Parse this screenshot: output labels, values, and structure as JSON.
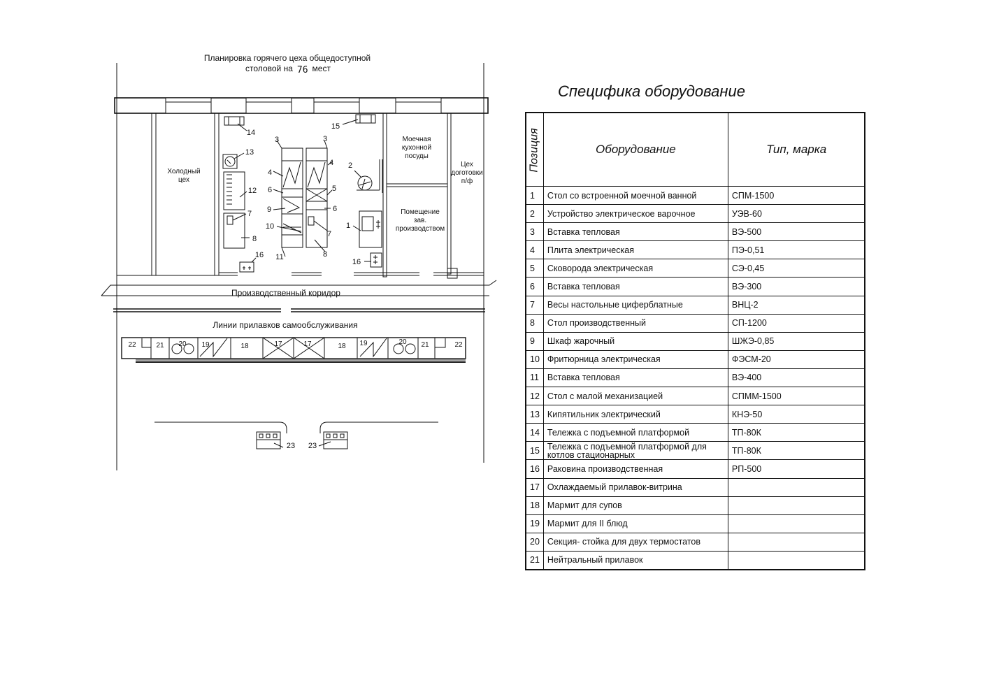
{
  "plan": {
    "title_line1": "Планировка горячего цеха общедоступной",
    "title_line2_prefix": "столовой на",
    "seats": "76",
    "title_line2_suffix": "мест",
    "rooms": {
      "cold_shop": [
        "Холодный",
        "цех"
      ],
      "dish_wash": [
        "Моечная",
        "кухонной",
        "посуды"
      ],
      "prep_shop": [
        "Цех",
        "доготовки",
        "п/ф"
      ],
      "manager_room": [
        "Помещение",
        "зав.",
        "производством"
      ],
      "corridor": "Производственный коридор",
      "counters": "Линии прилавков самообслуживания"
    },
    "labels": {
      "l1": "1",
      "l2": "2",
      "l3": "3",
      "l4": "4",
      "l5": "5",
      "l6": "6",
      "l7": "7",
      "l8": "8",
      "l9": "9",
      "l10": "10",
      "l11": "11",
      "l12": "12",
      "l13": "13",
      "l14": "14",
      "l15": "15",
      "l16": "16",
      "l17": "17",
      "l18": "18",
      "l19": "19",
      "l20": "20",
      "l21": "21",
      "l22": "22",
      "l23": "23"
    }
  },
  "spec": {
    "title": "Специфика оборудование",
    "headers": {
      "position": "Позиция",
      "equipment": "Оборудование",
      "type": "Тип, марка"
    },
    "rows": [
      {
        "pos": "1",
        "name": "Стол со встроенной моечной ванной",
        "type": "СПМ-1500"
      },
      {
        "pos": "2",
        "name": "Устройство электрическое варочное",
        "type": "УЭВ-60"
      },
      {
        "pos": "3",
        "name": "Вставка тепловая",
        "type": "ВЭ-500"
      },
      {
        "pos": "4",
        "name": "Плита электрическая",
        "type": "ПЭ-0,51"
      },
      {
        "pos": "5",
        "name": "Сковорода электрическая",
        "type": "СЭ-0,45"
      },
      {
        "pos": "6",
        "name": "Вставка тепловая",
        "type": "ВЭ-300"
      },
      {
        "pos": "7",
        "name": "Весы настольные циферблатные",
        "type": "ВНЦ-2"
      },
      {
        "pos": "8",
        "name": "Стол производственный",
        "type": "СП-1200"
      },
      {
        "pos": "9",
        "name": "Шкаф жарочный",
        "type": "ШЖЭ-0,85"
      },
      {
        "pos": "10",
        "name": "Фритюрница электрическая",
        "type": "ФЭСМ-20"
      },
      {
        "pos": "11",
        "name": "Вставка тепловая",
        "type": "ВЭ-400"
      },
      {
        "pos": "12",
        "name": "Стол с малой механизацией",
        "type": "СПММ-1500"
      },
      {
        "pos": "13",
        "name": "Кипятильник электрический",
        "type": "КНЭ-50"
      },
      {
        "pos": "14",
        "name": "Тележка с подъемной платформой",
        "type": "ТП-80К"
      },
      {
        "pos": "15",
        "name": "Тележка с подъемной платформой для котлов стационарных",
        "type": "ТП-80К"
      },
      {
        "pos": "16",
        "name": "Раковина производственная",
        "type": "РП-500"
      },
      {
        "pos": "17",
        "name": "Охлаждаемый прилавок-витрина",
        "type": ""
      },
      {
        "pos": "18",
        "name": "Мармит для супов",
        "type": ""
      },
      {
        "pos": "19",
        "name": "Мармит для II блюд",
        "type": ""
      },
      {
        "pos": "20",
        "name": "Секция- стойка для двух термостатов",
        "type": ""
      },
      {
        "pos": "21",
        "name": "Нейтральный прилавок",
        "type": ""
      }
    ]
  },
  "colors": {
    "ink": "#111111",
    "paper": "#ffffff"
  }
}
